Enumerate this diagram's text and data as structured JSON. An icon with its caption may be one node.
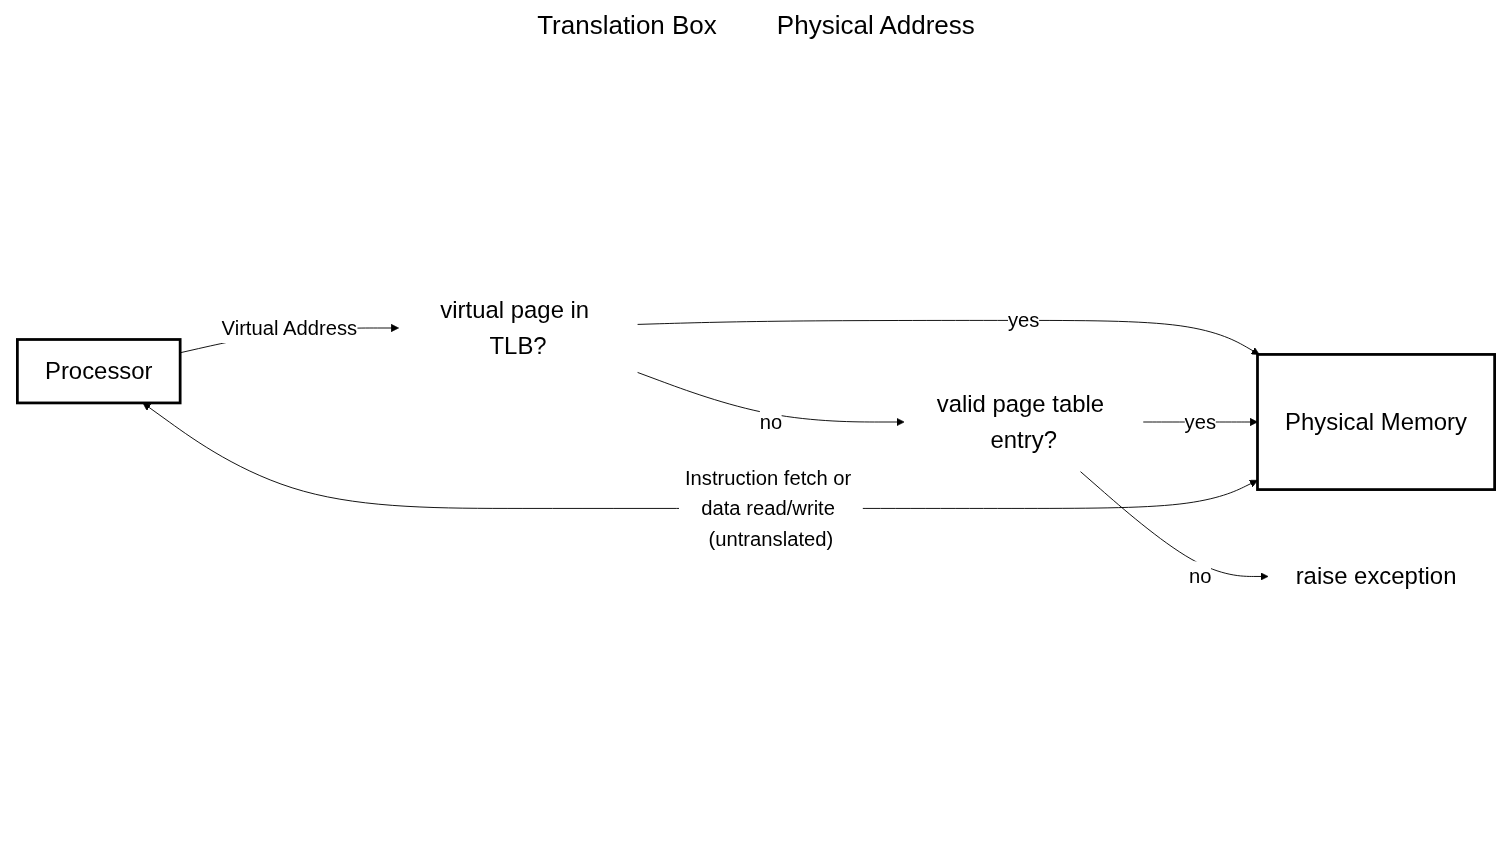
{
  "diagram": {
    "nodes": [
      {
        "text": [
          "Processor"
        ]
      },
      {
        "text": [
          "virtual page in TLB?"
        ]
      },
      {
        "text": [
          "valid page table entry?"
        ]
      },
      {
        "text": [
          "raise exception"
        ]
      },
      {
        "text": [
          "Physical Memory"
        ]
      }
    ],
    "edges": [
      {
        "from": 0,
        "to": 1,
        "arrow": "to",
        "label": "Virtual Address"
      },
      {
        "from": 1,
        "to": 4,
        "arrow": "to",
        "label": "yes"
      },
      {
        "from": 1,
        "to": 2,
        "arrow": "to",
        "label": "no"
      },
      {
        "from": 2,
        "to": 4,
        "arrow": "to",
        "label": "yes"
      },
      {
        "from": 2,
        "to": 3,
        "arrow": "to",
        "label": "no"
      },
      {
        "from": 0,
        "to": 4,
        "arrow": "both",
        "label": "Instruction fetch or data read/write (untranslated)"
      }
    ],
    "labels": [
      "Translation Box",
      "Physical Address"
    ]
  }
}
